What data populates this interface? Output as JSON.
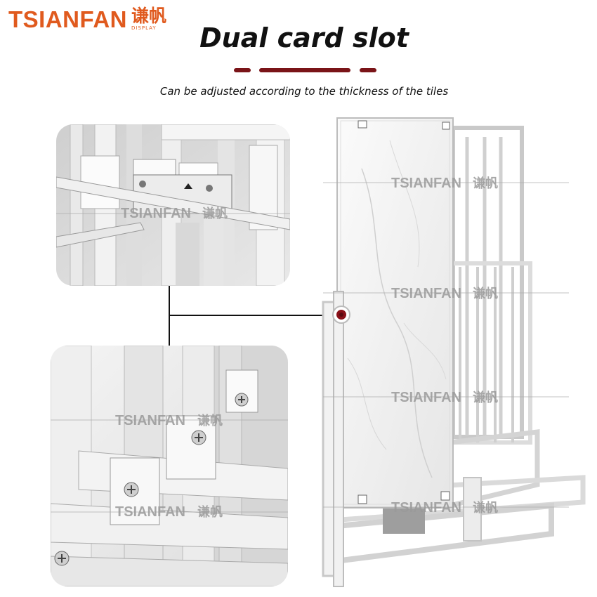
{
  "brand": {
    "name": "TSIANFAN",
    "chinese": "谦帆",
    "sub": "DISPLAY",
    "color": "#e05a1e"
  },
  "headline": "Dual card slot",
  "subheadline": "Can be adjusted according to the thickness of the tiles",
  "accent_color": "#7a1418",
  "watermark": {
    "name": "TSIANFAN",
    "chinese": "谦帆"
  },
  "icons": [
    "marker-dot-icon",
    "screw-icon",
    "arrow-up-icon"
  ]
}
